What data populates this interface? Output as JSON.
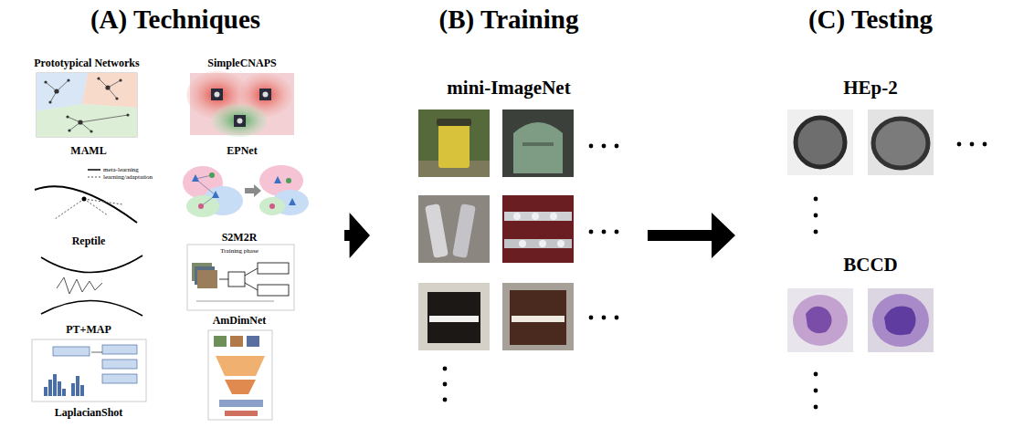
{
  "diagram": {
    "nodes": [
      {
        "text": [
          "(A) Techniques"
        ]
      },
      {
        "text": [
          "(B) Training",
          "mini-ImageNet"
        ]
      },
      {
        "text": [
          "(C) Testing",
          "HEp-2",
          "BCCD"
        ]
      }
    ],
    "edges": [
      {
        "from": 0,
        "to": 1,
        "arrow": "to"
      },
      {
        "from": 1,
        "to": 2,
        "arrow": "to"
      }
    ],
    "labels": [
      "Prototypical Networks",
      "SimpleCNAPS",
      "MAML",
      "EPNet",
      "Reptile",
      "S2M2R",
      "PT+MAP",
      "AmDimNet",
      "LaplacianShot",
      "meta-learning",
      "learning/adaptation",
      "Training phase"
    ]
  }
}
